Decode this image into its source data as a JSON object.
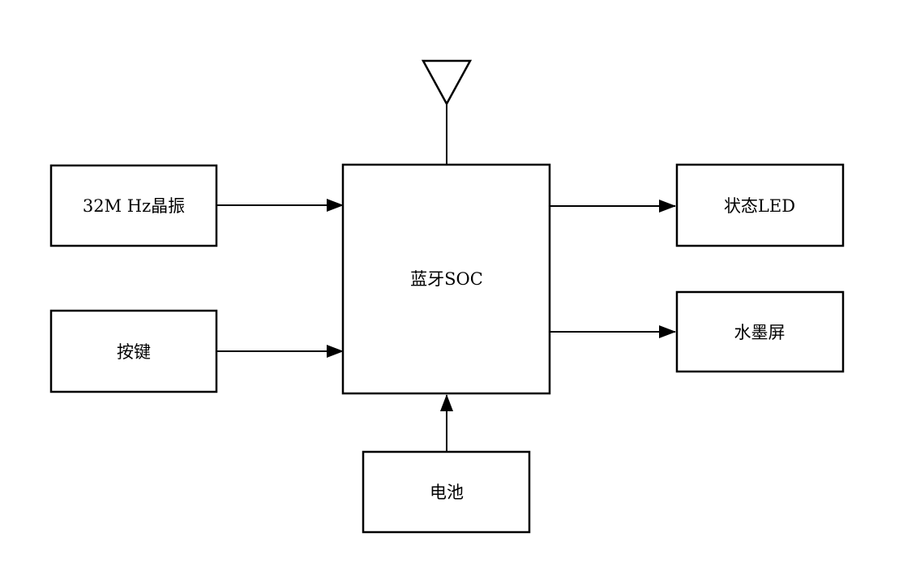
{
  "diagram": {
    "type": "block-diagram",
    "description": "Bluetooth SOC hardware block diagram",
    "colors": {
      "line": "#000000",
      "background": "#ffffff",
      "box_fill": "#ffffff"
    },
    "nodes": {
      "crystal": {
        "label": "32M Hz晶振"
      },
      "button": {
        "label": "按键"
      },
      "soc": {
        "label": "蓝牙SOC"
      },
      "status_led": {
        "label": "状态LED"
      },
      "eink": {
        "label": "水墨屏"
      },
      "battery": {
        "label": "电池"
      }
    },
    "icons": {
      "antenna": "antenna-icon"
    },
    "edges": [
      {
        "from": "crystal",
        "to": "soc",
        "arrow": "right"
      },
      {
        "from": "button",
        "to": "soc",
        "arrow": "right"
      },
      {
        "from": "soc",
        "to": "status_led",
        "arrow": "right"
      },
      {
        "from": "soc",
        "to": "eink",
        "arrow": "right"
      },
      {
        "from": "battery",
        "to": "soc",
        "arrow": "up"
      },
      {
        "from": "antenna",
        "to": "soc",
        "arrow": "none"
      }
    ]
  }
}
